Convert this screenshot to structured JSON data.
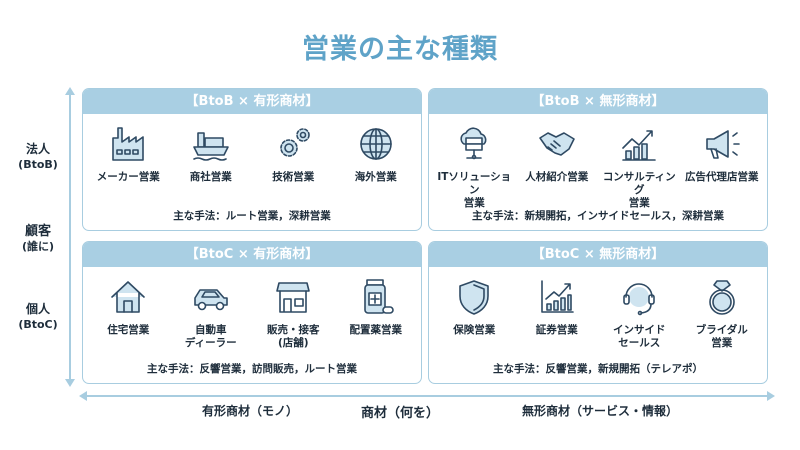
{
  "title": "営業の主な種類",
  "y_axis": {
    "top": "法人",
    "top_sub": "(BtoB)",
    "middle": "顧客",
    "middle_sub": "(誰に)",
    "bottom": "個人",
    "bottom_sub": "(BtoC)"
  },
  "x_axis": {
    "left": "有形商材（モノ）",
    "middle": "商材（何を）",
    "right": "無形商材（サービス・情報）"
  },
  "colors": {
    "title": "#5fa3c8",
    "header": "#a9cfe3",
    "icon_stroke": "#2f4a63",
    "icon_fill": "#cfe4f0",
    "axis": "#a8cde0"
  },
  "panels": [
    {
      "header": "【BtoB × 有形商材】",
      "method": "主な手法：ルート営業，深耕営業",
      "items": [
        {
          "icon": "factory-icon",
          "label": "メーカー営業"
        },
        {
          "icon": "cargo-ship-icon",
          "label": "商社営業"
        },
        {
          "icon": "gears-icon",
          "label": "技術営業"
        },
        {
          "icon": "globe-icon",
          "label": "海外営業"
        }
      ]
    },
    {
      "header": "【BtoB × 無形商材】",
      "method": "主な手法：新規開拓，インサイドセールス，深耕営業",
      "items": [
        {
          "icon": "cloud-server-icon",
          "label": "ITソリューション\n営業"
        },
        {
          "icon": "handshake-icon",
          "label": "人材紹介営業"
        },
        {
          "icon": "growth-chart-icon",
          "label": "コンサルティング\n営業"
        },
        {
          "icon": "megaphone-icon",
          "label": "広告代理店営業"
        }
      ]
    },
    {
      "header": "【BtoC × 有形商材】",
      "method": "主な手法：反響営業，訪問販売，ルート営業",
      "items": [
        {
          "icon": "house-icon",
          "label": "住宅営業"
        },
        {
          "icon": "car-icon",
          "label": "自動車\nディーラー"
        },
        {
          "icon": "store-icon",
          "label": "販売・接客\n(店舗)"
        },
        {
          "icon": "medicine-icon",
          "label": "配置薬営業"
        }
      ]
    },
    {
      "header": "【BtoC × 無形商材】",
      "method": "主な手法：反響営業，新規開拓（テレアポ）",
      "items": [
        {
          "icon": "shield-icon",
          "label": "保険営業"
        },
        {
          "icon": "stock-chart-icon",
          "label": "証券営業"
        },
        {
          "icon": "headset-icon",
          "label": "インサイド\nセールス"
        },
        {
          "icon": "ring-icon",
          "label": "ブライダル\n営業"
        }
      ]
    }
  ]
}
